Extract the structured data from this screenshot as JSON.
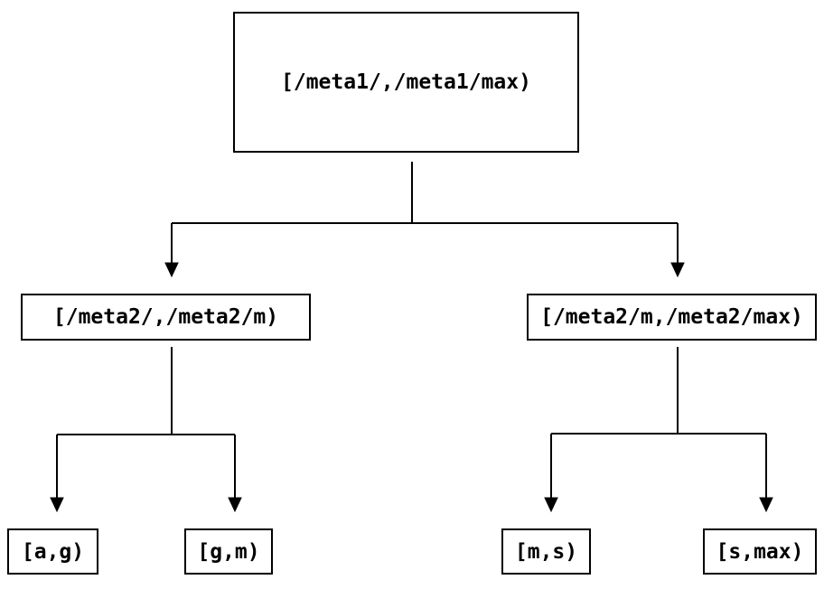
{
  "colors": {
    "background": "#ffffff",
    "line": "#000000",
    "text": "#000000"
  },
  "nodes": {
    "root": {
      "label": "[/meta1/,/meta1/max)"
    },
    "level2_left": {
      "label": "[/meta2/,/meta2/m)"
    },
    "level2_right": {
      "label": "[/meta2/m,/meta2/max)"
    },
    "leaf_a_g": {
      "label": "[a,g)"
    },
    "leaf_g_m": {
      "label": "[g,m)"
    },
    "leaf_m_s": {
      "label": "[m,s)"
    },
    "leaf_s_max": {
      "label": "[s,max)"
    }
  }
}
